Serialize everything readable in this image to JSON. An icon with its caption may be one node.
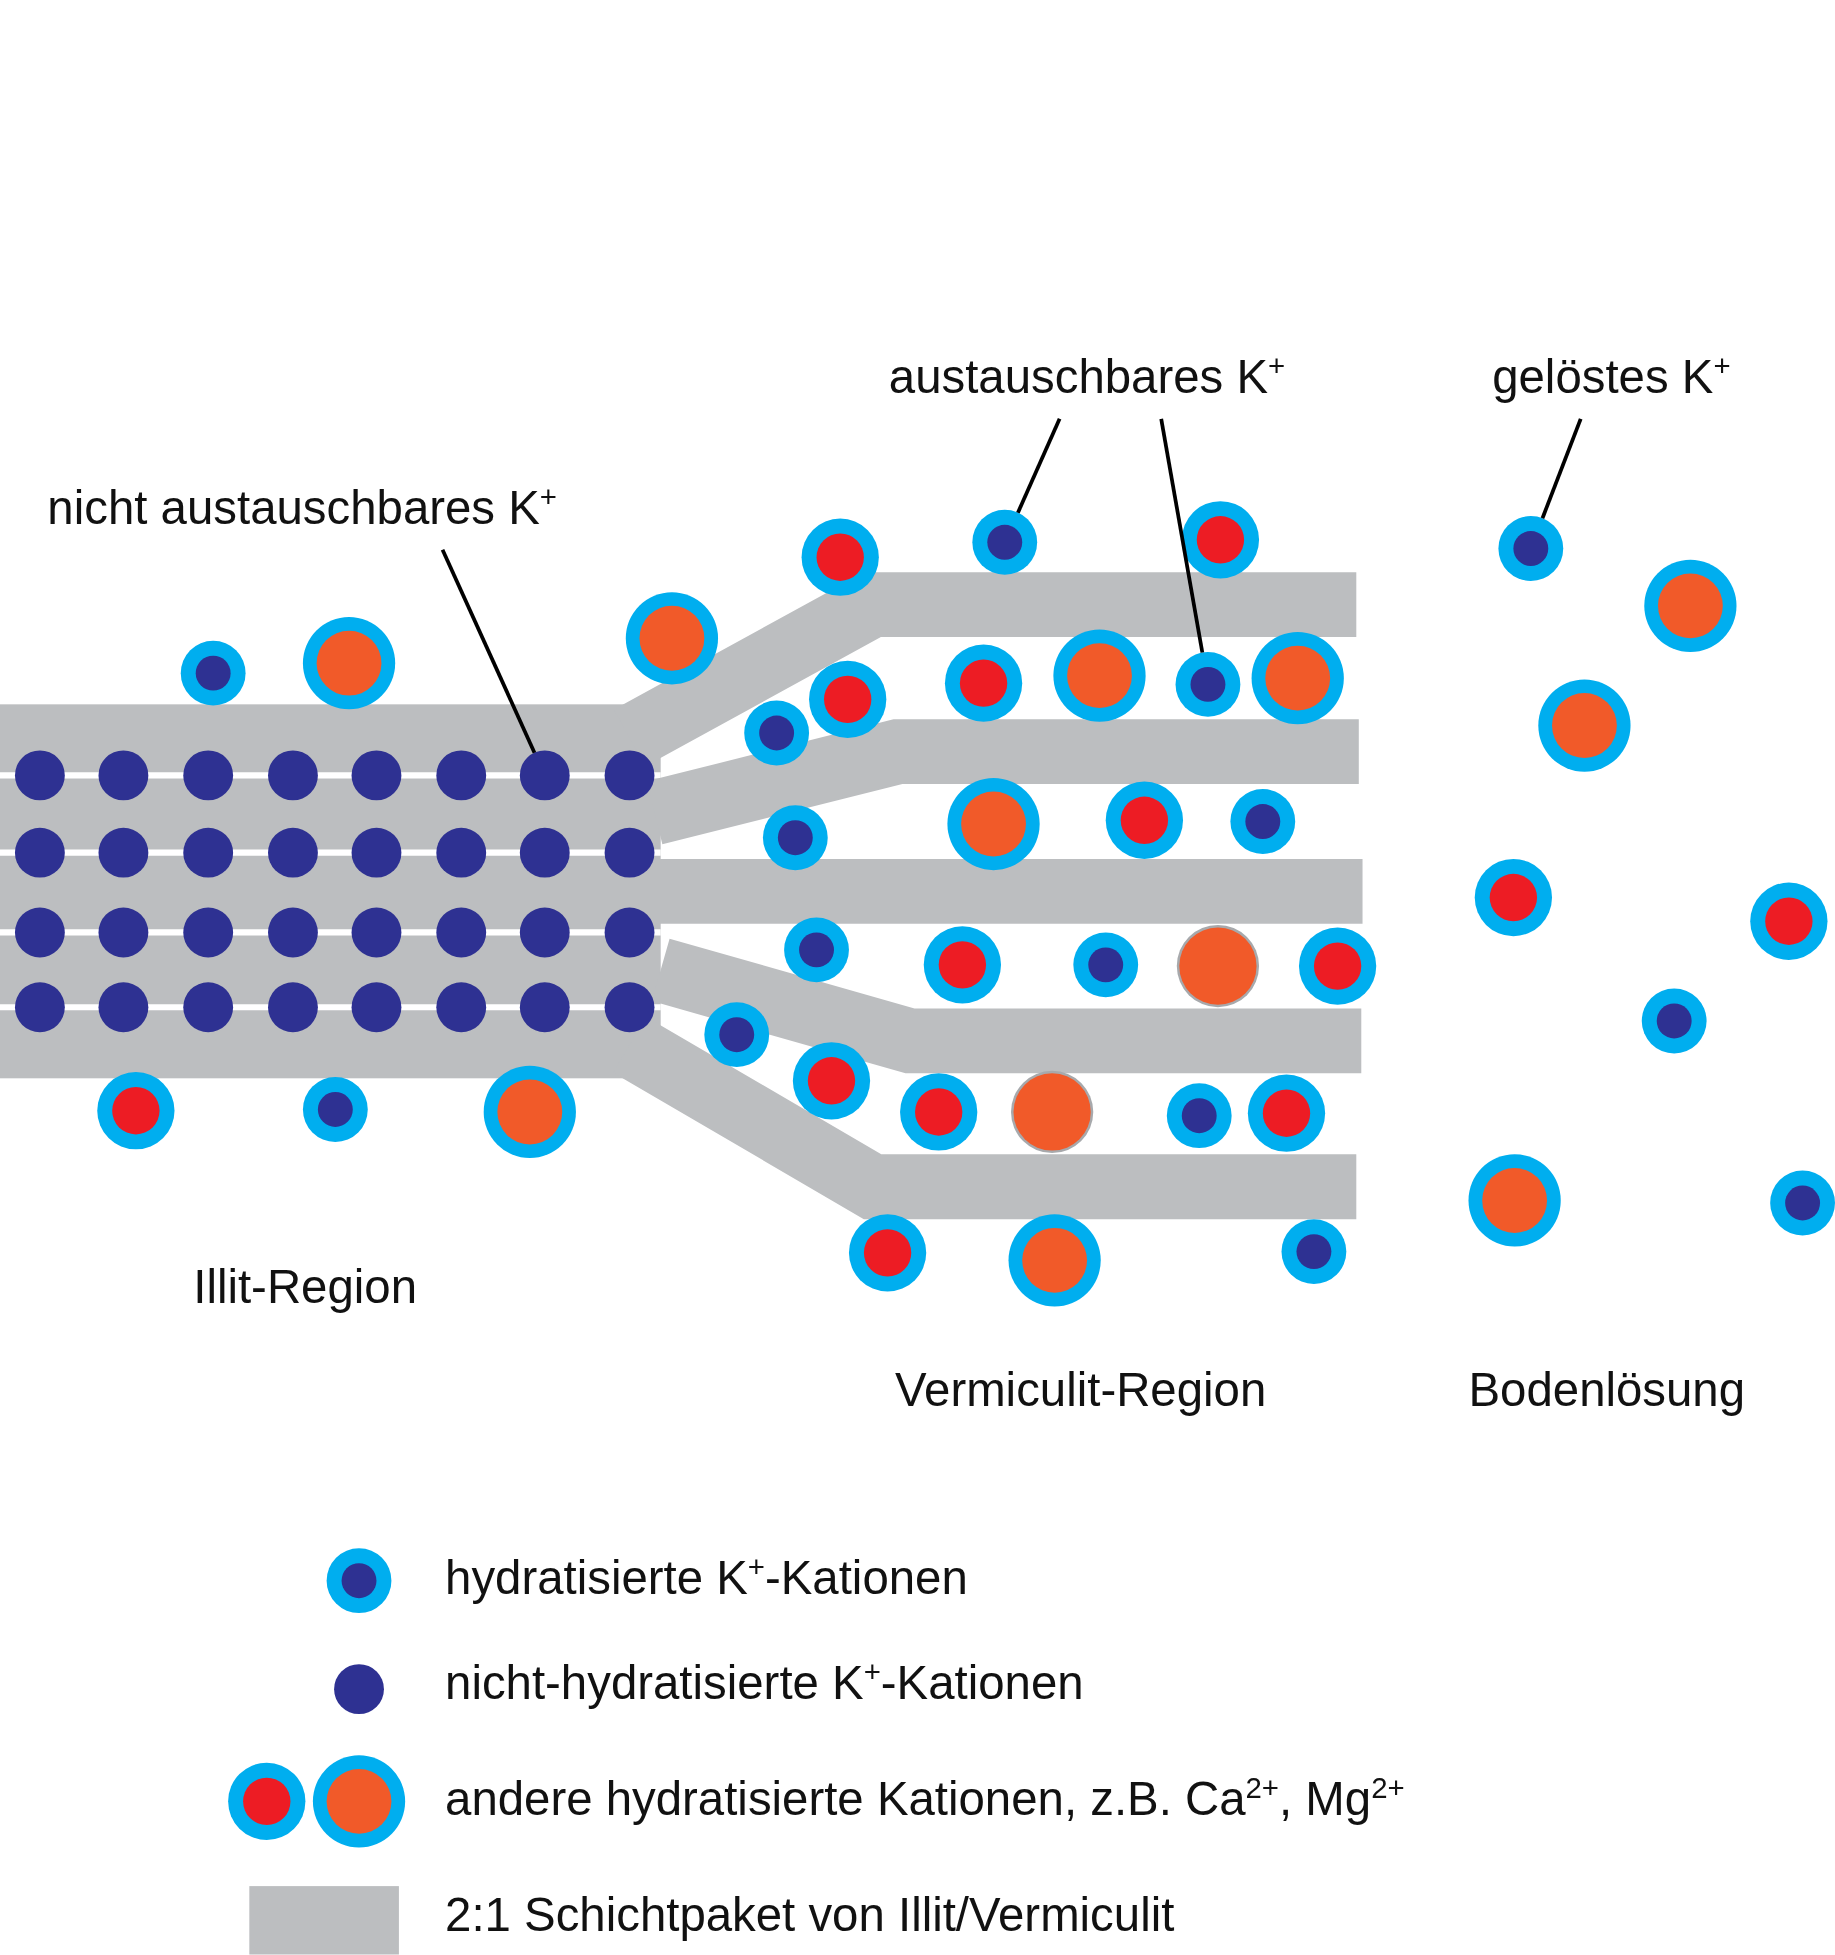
{
  "diagram": {
    "nodes": [
      {
        "text": [
          "nicht austauschbares K$^{+}$"
        ]
      },
      {
        "text": [],
        "shape": "circle"
      },
      {
        "text": [
          "austauschbares K$^{+}$"
        ]
      },
      {
        "text": [],
        "shape": "circle"
      },
      {
        "text": [],
        "shape": "circle"
      },
      {
        "text": [
          "gelöstes K$^{+}$"
        ]
      },
      {
        "text": [],
        "shape": "circle"
      }
    ],
    "edges": [
      {
        "from": 0,
        "to": 1,
        "arrow": "none"
      },
      {
        "from": 2,
        "to": 3,
        "arrow": "none"
      },
      {
        "from": 2,
        "to": 4,
        "arrow": "none"
      },
      {
        "from": 5,
        "to": 6,
        "arrow": "none"
      }
    ],
    "labels": [
      "Illit-Region",
      "Vermiculit-Region",
      "Bodenlösung"
    ],
    "legend": [
      {
        "text": "hydratisierte K$^{+}$-Kationen"
      },
      {
        "text": "nicht-hydratisierte K$^{+}$-Kationen"
      },
      {
        "text": "andere hydratisierte Kationen, z.B. Ca$^{2+}$, Mg$^{2+}$"
      },
      {
        "text": "2:1 Schichtpaket von Illit/Vermiculit",
        "color": "#bcbec0"
      }
    ]
  }
}
